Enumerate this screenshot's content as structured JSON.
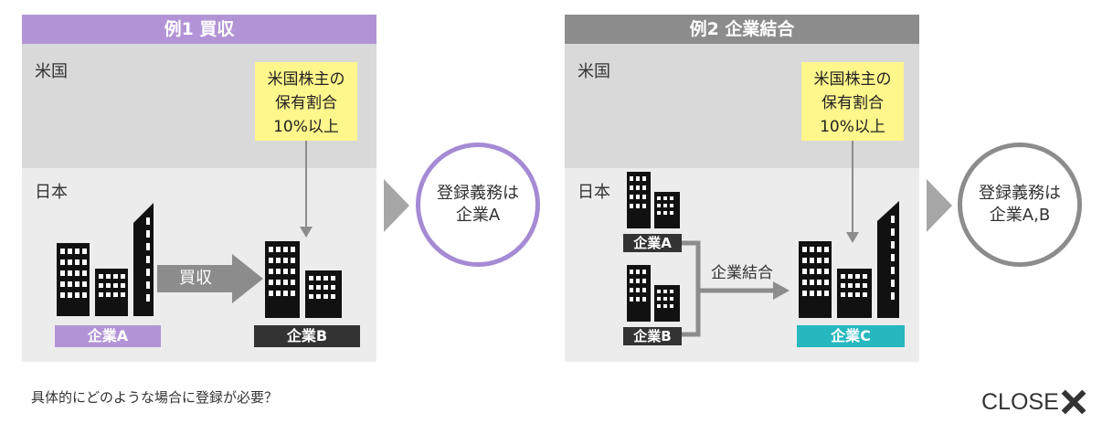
{
  "example1": {
    "header": "例1 買収",
    "header_color": "#b294d6",
    "us_label": "米国",
    "jp_label": "日本",
    "note_lines": [
      "米国株主の",
      "保有割合",
      "10%以上"
    ],
    "action_label": "買収",
    "company_a": "企業A",
    "company_a_color": "#b294d6",
    "company_b": "企業B",
    "company_b_color": "#333333",
    "result_lines": [
      "登録義務は",
      "企業A"
    ],
    "result_ring_color": "#a58ad4"
  },
  "example2": {
    "header": "例2 企業結合",
    "header_color": "#8c8c8c",
    "us_label": "米国",
    "jp_label": "日本",
    "note_lines": [
      "米国株主の",
      "保有割合",
      "10%以上"
    ],
    "action_label": "企業結合",
    "company_a": "企業A",
    "company_b": "企業B",
    "company_c": "企業C",
    "company_c_color": "#27b7bf",
    "result_lines": [
      "登録義務は",
      "企業A,B"
    ],
    "result_ring_color": "#8c8c8c"
  },
  "footer": {
    "link_text": "具体的にどのような場合に登録が必要？",
    "close_label": "CLOSE"
  }
}
